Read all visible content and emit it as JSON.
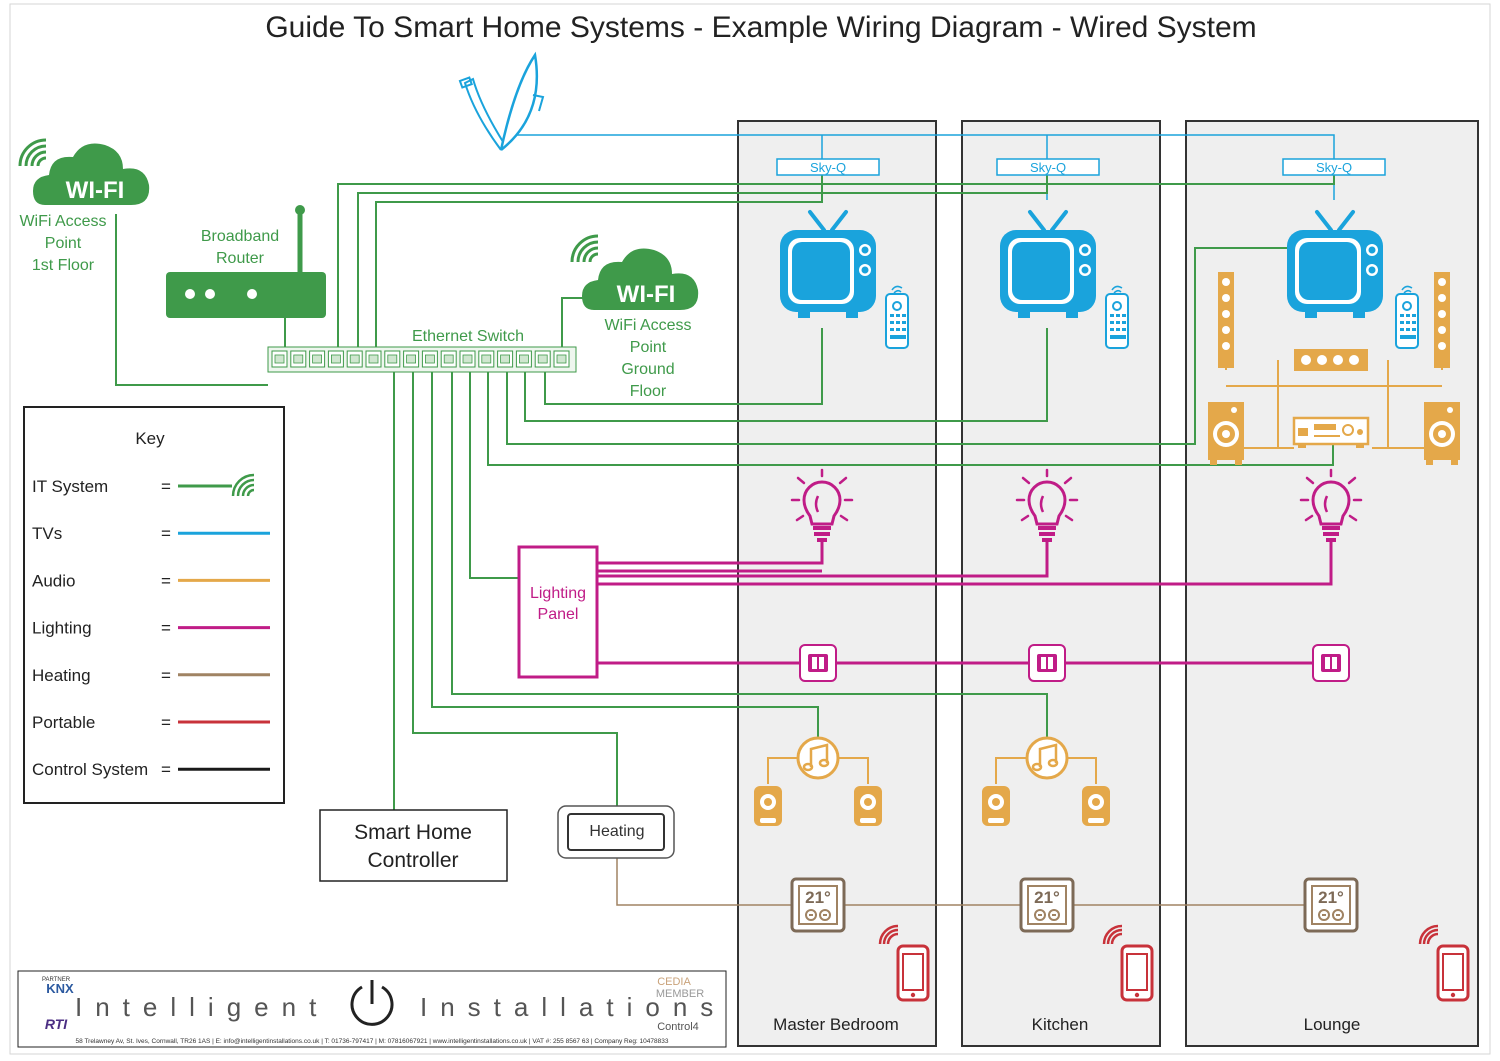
{
  "title": "Guide To Smart Home Systems - Example Wiring Diagram - Wired System",
  "colors": {
    "it": "#3f9a4a",
    "tv": "#1aa3dc",
    "audio": "#e4a84a",
    "lighting": "#c01c87",
    "heating": "#a08363",
    "portable": "#c8323a",
    "control": "#1a1a1a",
    "room_bg": "#efefef"
  },
  "wifi_first": {
    "badge": "WI-FI",
    "label_lines": [
      "WiFi Access",
      "Point",
      "1st Floor"
    ]
  },
  "wifi_ground": {
    "badge": "WI-FI",
    "label_lines": [
      "WiFi Access",
      "Point",
      "Ground",
      "Floor"
    ]
  },
  "router": {
    "label_lines": [
      "Broadband",
      "Router"
    ]
  },
  "switch": {
    "label": "Ethernet Switch"
  },
  "lighting_panel": {
    "label_lines": [
      "Lighting",
      "Panel"
    ]
  },
  "controller": {
    "label_lines": [
      "Smart Home",
      "Controller"
    ]
  },
  "heating": {
    "label": "Heating"
  },
  "sky_label": "Sky-Q",
  "thermostat_value": "21°",
  "rooms": [
    {
      "name": "Master Bedroom"
    },
    {
      "name": "Kitchen"
    },
    {
      "name": "Lounge"
    }
  ],
  "key": {
    "title": "Key",
    "items": [
      {
        "label": "IT System",
        "color": "#3f9a4a"
      },
      {
        "label": "TVs",
        "color": "#1aa3dc"
      },
      {
        "label": "Audio",
        "color": "#e4a84a"
      },
      {
        "label": "Lighting",
        "color": "#c01c87"
      },
      {
        "label": "Heating",
        "color": "#a08363"
      },
      {
        "label": "Portable",
        "color": "#c8323a"
      },
      {
        "label": "Control System",
        "color": "#1a1a1a"
      }
    ],
    "equals": "="
  },
  "footer": {
    "brand_left": "Intelligent",
    "brand_right": "Installations",
    "partner_small": "PARTNER",
    "knx": "KNX",
    "rti": "RTI",
    "cedia": "CEDIA",
    "member": "MEMBER",
    "control4": "Control4",
    "address": "58 Trelawney Av, St. Ives, Cornwall, TR26 1AS | E: info@intelligentinstallations.co.uk | T: 01736-797417 | M: 07816067921 | www.intelligentinstallations.co.uk | VAT #: 255 8567 63 | Company Reg: 10478833"
  }
}
